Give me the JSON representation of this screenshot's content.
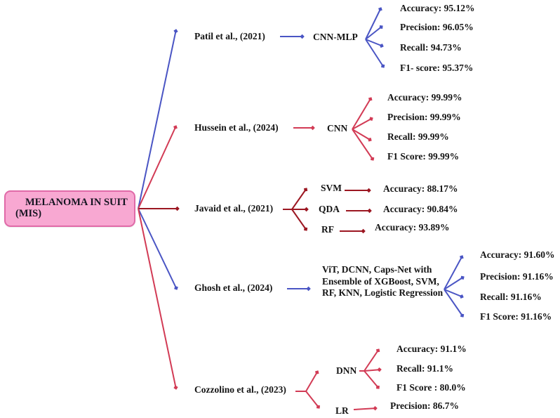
{
  "root": {
    "label": "MELANOMA IN SUIT (MIS)"
  },
  "colors": {
    "branch_blue": "#4a55c4",
    "branch_crimson": "#d23b55",
    "branch_darkred": "#9c1722",
    "root_fill": "#f8a8d2",
    "root_border": "#e06aa8",
    "text": "#141414"
  },
  "branches": [
    {
      "author": "Patil et al., (2021)",
      "model": "CNN-MLP",
      "metrics": [
        "Accuracy: 95.12%",
        "Precision: 96.05%",
        "Recall: 94.73%",
        "F1- score: 95.37%"
      ]
    },
    {
      "author": "Hussein et al., (2024)",
      "model": "CNN",
      "metrics": [
        "Accuracy: 99.99%",
        "Precision: 99.99%",
        "Recall: 99.99%",
        "F1 Score: 99.99%"
      ]
    },
    {
      "author": "Javaid et al., (2021)",
      "models": [
        {
          "name": "SVM",
          "metric": "Accuracy: 88.17%"
        },
        {
          "name": "QDA",
          "metric": "Accuracy: 90.84%"
        },
        {
          "name": "RF",
          "metric": "Accuracy: 93.89%"
        }
      ]
    },
    {
      "author": "Ghosh et al., (2024)",
      "model": "ViT, DCNN, Caps-Net with Ensemble of XGBoost, SVM, RF, KNN, Logistic Regression",
      "metrics": [
        "Accuracy: 91.60%",
        "Precision: 91.16%",
        "Recall: 91.16%",
        "F1 Score: 91.16%"
      ]
    },
    {
      "author": "Cozzolino et al., (2023)",
      "models": [
        {
          "name": "DNN",
          "metrics": [
            "Accuracy: 91.1%",
            "Recall: 91.1%",
            "F1 Score : 80.0%"
          ]
        },
        {
          "name": "LR",
          "metrics": [
            "Precision: 86.7%"
          ]
        }
      ]
    }
  ]
}
